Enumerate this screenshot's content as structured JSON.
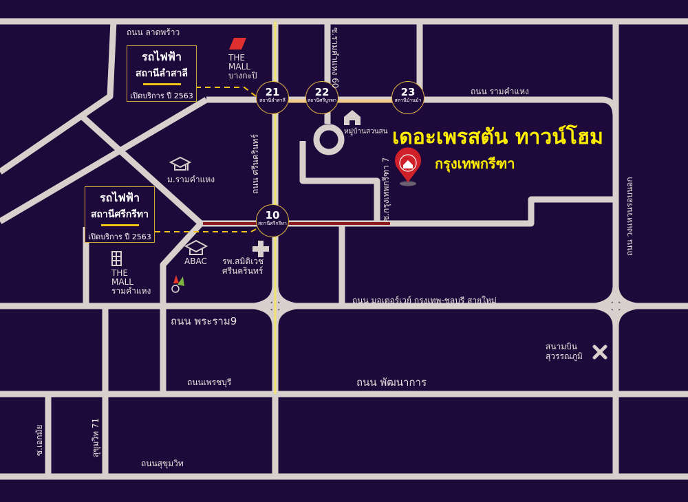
{
  "colors": {
    "background": "#1e0a3a",
    "road": "#d8d0cc",
    "bts_line": "#f0e36a",
    "orange_line": "#f2c98c",
    "red_line": "#8b1a1a",
    "title": "#ffee00",
    "pin": "#d0202a"
  },
  "project": {
    "title": "เดอะเพรสตัน ทาวน์โฮม",
    "subtitle": "กรุงเทพกรีฑา",
    "pin_icon": "home-location-pin-icon"
  },
  "rail_boxes": [
    {
      "line1": "รถไฟฟ้า",
      "line2": "สถานีลำสาลี",
      "note": "เปิดบริการ ปี 2563"
    },
    {
      "line1": "รถไฟฟ้า",
      "line2": "สถานีศรีกรีทา",
      "note": "เปิดบริการ ปี 2563"
    }
  ],
  "stations": [
    {
      "num": "21",
      "name": "สถานีลำสาลี"
    },
    {
      "num": "22",
      "name": "สถานีศรีบูรพา"
    },
    {
      "num": "23",
      "name": "สถานีบ้านม้า"
    },
    {
      "num": "10",
      "name": "สถานีศรีกรีทา"
    }
  ],
  "roads": {
    "ladprao": "ถนน ลาดพร้าว",
    "ramkhamhaeng": "ถนน รามคำแหง",
    "ramkhamhaeng60": "ซ.รามคำแหง 60",
    "srinakarin": "ถนน ศรีนครินทร์",
    "krungthepkreetha7": "ซ.กรุงเทพกรีฑา 7",
    "outer_ring": "ถนน วงแหวนรอบนอก",
    "motorway": "ถนน มอเตอร์เวย์ กรุงเทพ-ชลบุรี สายใหม่",
    "rama9": "ถนน พระราม9",
    "phetchaburi": "ถนนเพรชบุรี",
    "pattanakarn": "ถนน พัฒนาการ",
    "sukhumvit": "ถนนสุขุมวิท",
    "sukhumvit71": "สุขุมวิท 71",
    "ekamai": "ซ.เอกมัย"
  },
  "landmarks": {
    "mall_bangkapi": {
      "l1": "THE",
      "l2": "MALL",
      "l3": "บางกะปิ",
      "icon": "the-mall-logo-icon"
    },
    "village": {
      "name": "หมู่บ้านสวนสน",
      "icon": "house-icon"
    },
    "ru": {
      "name": "ม.รามคำแหง",
      "icon": "graduation-cap-icon"
    },
    "abac": {
      "name": "ABAC",
      "icon": "graduation-cap-icon"
    },
    "hospital": {
      "l1": "รพ.สมิติเวช",
      "l2": "ศรีนครินทร์",
      "icon": "medical-cross-icon"
    },
    "mall_ram": {
      "l1": "THE",
      "l2": "MALL",
      "l3": "รามคำแหง",
      "icon": "building-icon"
    },
    "nine": {
      "icon": "the-nine-logo-icon"
    },
    "airport": {
      "l1": "สนามบิน",
      "l2": "สุวรรณภูมิ",
      "icon": "airplane-icon"
    }
  }
}
